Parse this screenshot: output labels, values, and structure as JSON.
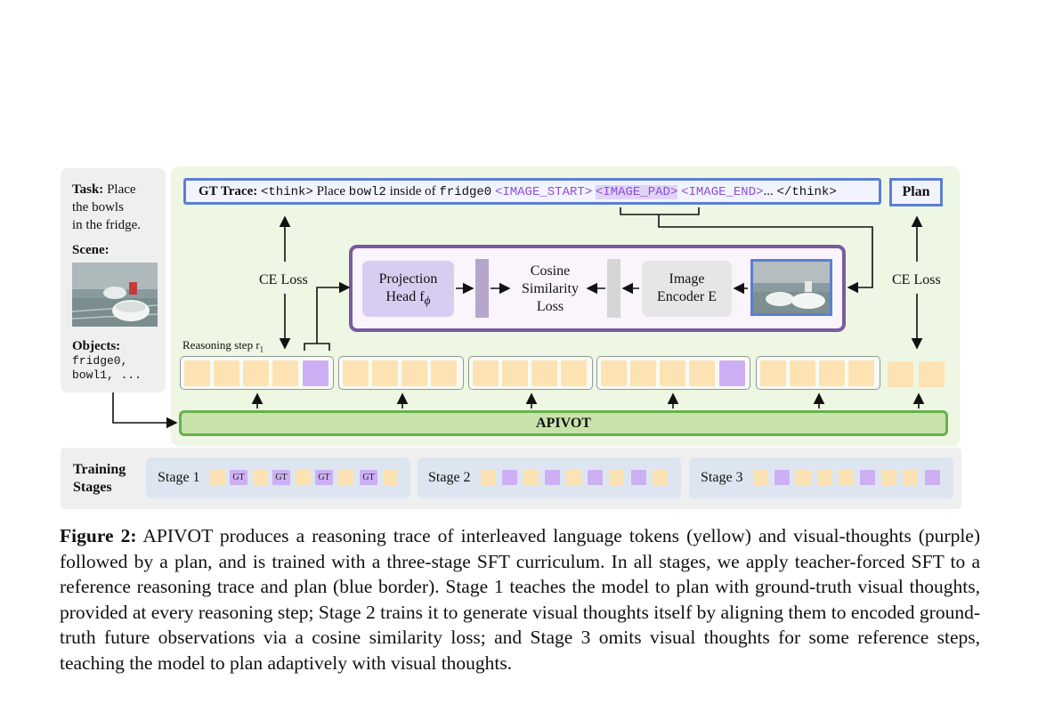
{
  "left_panel": {
    "task_label": "Task:",
    "task_line1": "Place",
    "task_line2": "the bowls",
    "task_line3": "in the fridge.",
    "scene_label": "Scene:",
    "objects_label": "Objects:",
    "objects_line1": "fridge0,",
    "objects_line2": "bowl1, ..."
  },
  "gt_trace": {
    "label": "GT Trace:",
    "think_open": "<think>",
    "text": "Place",
    "obj1": "bowl2",
    "text2": "inside of",
    "obj2": "fridge0",
    "image_start": "<IMAGE_START>",
    "image_pad": "<IMAGE_PAD>",
    "image_end": "<IMAGE_END>",
    "ellipsis": "...",
    "think_close": "</think>"
  },
  "plan_label": "Plan",
  "module": {
    "proj_line1": "Projection",
    "proj_line2": "Head f",
    "proj_sub": "ϕ",
    "cos_line1": "Cosine",
    "cos_line2": "Similarity",
    "cos_line3": "Loss",
    "enc_line1": "Image",
    "enc_line2": "Encoder E"
  },
  "ce_loss_left": "CE Loss",
  "ce_loss_right": "CE Loss",
  "reasoning_step_label": "Reasoning step r",
  "reasoning_step_sub": "1",
  "apivot_label": "APIVOT",
  "stages": {
    "title_line1": "Training",
    "title_line2": "Stages",
    "stage1": "Stage 1",
    "stage2": "Stage 2",
    "stage3": "Stage 3",
    "gt_token": "GT"
  },
  "caption": {
    "figure_label": "Figure 2:",
    "text": "APIVOT produces a reasoning trace of interleaved language tokens (yellow) and visual-thoughts (purple) followed by a plan, and is trained with a three-stage SFT curriculum. In all stages, we apply teacher-forced SFT to a reference reasoning trace and plan (blue border). Stage 1 teaches the model to plan with ground-truth visual thoughts, provided at every reasoning step; Stage 2 trains it to generate visual thoughts itself by aligning them to encoded ground-truth future observations via a cosine similarity loss; and Stage 3 omits visual thoughts for some reference steps, teaching the model to plan adaptively with visual thoughts."
  },
  "colors": {
    "language_token": "#fde3b3",
    "visual_token": "#cdb0f3",
    "trace_border": "#5b7fd4",
    "apivot_border": "#6ab04c",
    "module_border": "#7b5a9e"
  }
}
